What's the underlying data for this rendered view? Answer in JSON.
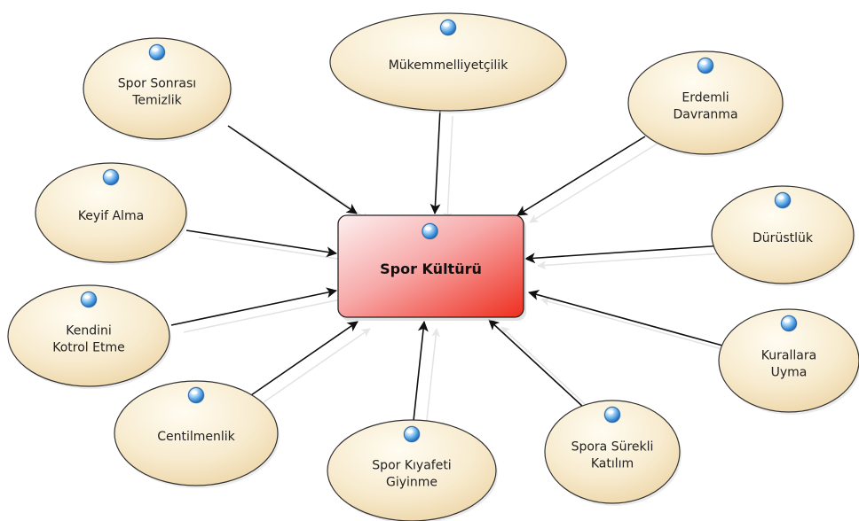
{
  "diagram": {
    "center": {
      "label": "Spor Kültürü",
      "color_top": "#fde9e9",
      "color_bottom": "#ee3322"
    },
    "nodes": [
      {
        "id": "spor-sonrasi-temizlik",
        "lines": [
          "Spor Sonrası",
          "Temizlik"
        ]
      },
      {
        "id": "mukemmelliyetcilik",
        "lines": [
          "Mükemmelliyetçilik"
        ]
      },
      {
        "id": "erdemli-davranma",
        "lines": [
          "Erdemli",
          "Davranma"
        ]
      },
      {
        "id": "keyif-alma",
        "lines": [
          "Keyif Alma"
        ]
      },
      {
        "id": "durustluk",
        "lines": [
          "Dürüstlük"
        ]
      },
      {
        "id": "kendini-kotrol-etme",
        "lines": [
          "Kendini",
          "Kotrol Etme"
        ]
      },
      {
        "id": "kurallara-uyma",
        "lines": [
          "Kurallara",
          "Uyma"
        ]
      },
      {
        "id": "centilmenlik",
        "lines": [
          "Centilmenlik"
        ]
      },
      {
        "id": "spora-surekli-katilim",
        "lines": [
          "Spora Sürekli",
          "Katılım"
        ]
      },
      {
        "id": "spor-kiyafeti-giyinme",
        "lines": [
          "Spor Kıyafeti",
          "Giyinme"
        ]
      }
    ],
    "colors": {
      "ellipse_fill_light": "#fffbef",
      "ellipse_fill_dark": "#f1dcb2",
      "ellipse_stroke": "#333333",
      "arrow": "#111111",
      "shadow_arrow": "#e3e3e3",
      "bubble": "#3a8ad8"
    }
  }
}
